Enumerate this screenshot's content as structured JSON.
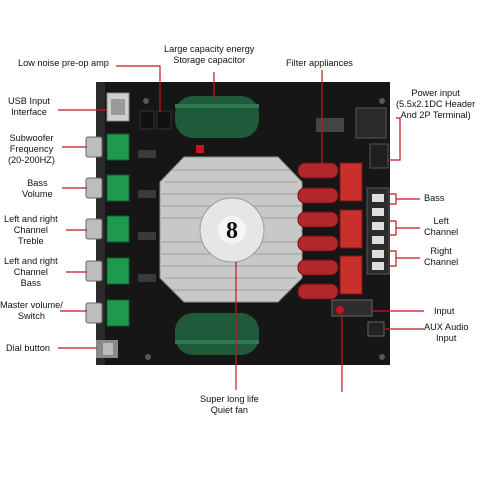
{
  "labels": {
    "preop": [
      "Low noise pre-op amp"
    ],
    "capacitor": [
      "Large capacity energy",
      "Storage capacitor"
    ],
    "filter": [
      "Filter appliances"
    ],
    "power": [
      "Power input",
      "(5.5x2.1DC Header",
      "And 2P Terminal)"
    ],
    "usb": [
      "USB Input",
      "Interface"
    ],
    "subwoofer": [
      "Subwoofer",
      "Frequency",
      "(20-200HZ)"
    ],
    "bass_volume": [
      "Bass",
      "Volume"
    ],
    "treble": [
      "Left and right",
      "Channel",
      "Treble"
    ],
    "channel_bass": [
      "Left and right",
      "Channel",
      "Bass"
    ],
    "master": [
      "Master volume/",
      "Switch"
    ],
    "dial": [
      "Dial button"
    ],
    "fan": [
      "Super long life",
      "Quiet fan"
    ],
    "bass_out": [
      "Bass"
    ],
    "left_out": [
      "Left",
      "Channel"
    ],
    "right_out": [
      "Right",
      "Channel"
    ],
    "input": [
      "Input"
    ],
    "aux": [
      "AUX Audio",
      "Input"
    ]
  },
  "colors": {
    "pointer": "#c4161c",
    "board": "#161616",
    "heatsink": "#c8c8c8",
    "capacitor": "#1f5b3a",
    "inductor": "#b3262b",
    "pot": "#1d9a4e",
    "terminal": "#2b2b2b"
  }
}
